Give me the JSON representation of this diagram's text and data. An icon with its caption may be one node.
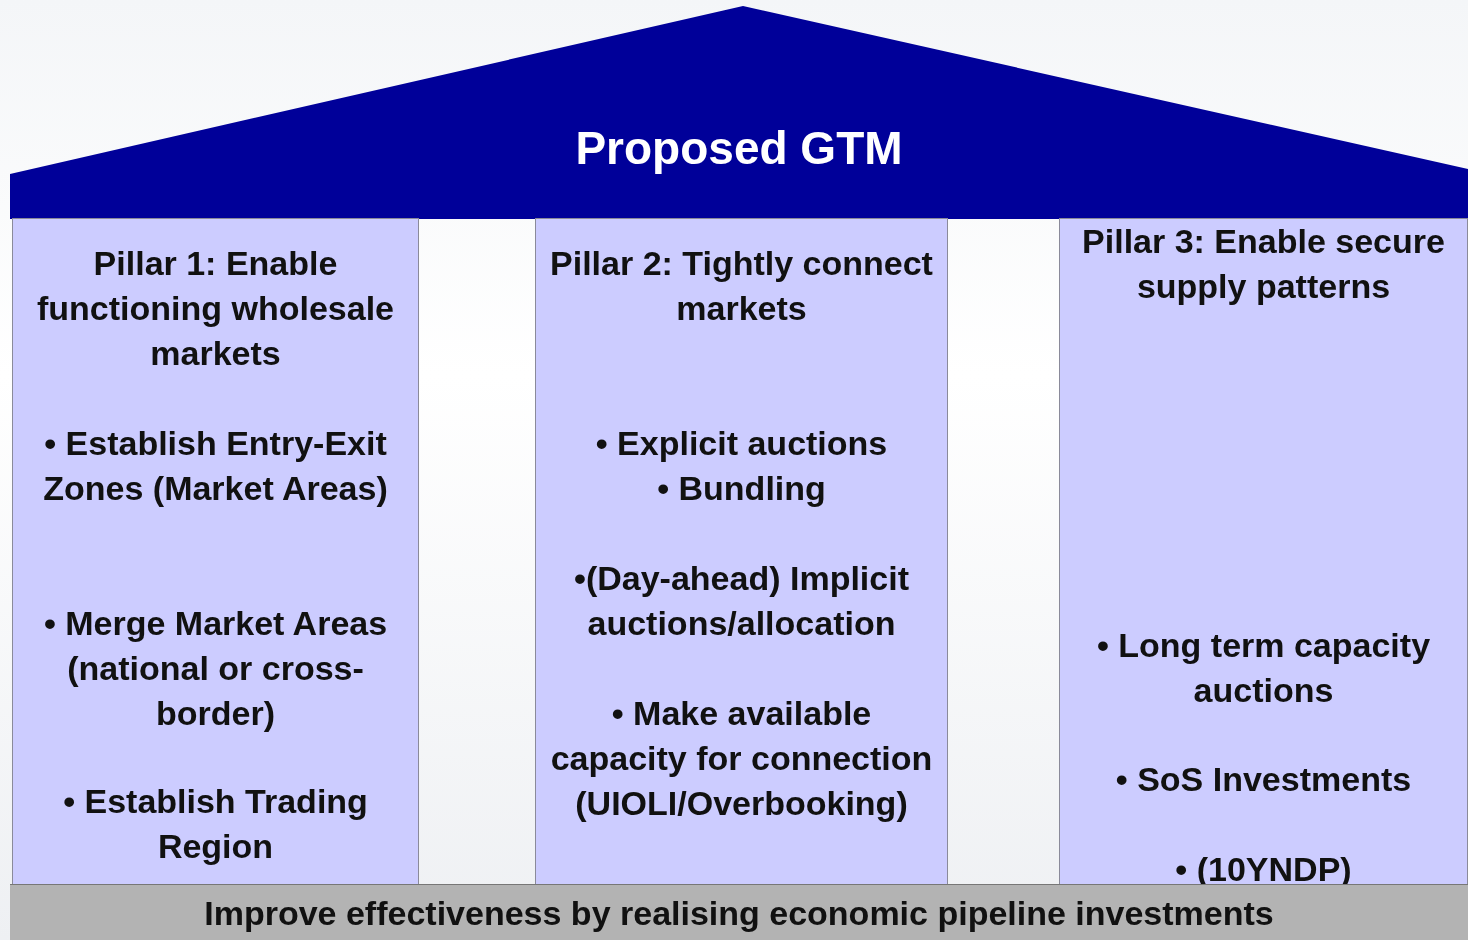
{
  "diagram": {
    "nodes": [
      {
        "text": [
          "Proposed GTM"
        ]
      },
      {
        "text": [
          "Pillar 1: Enable functioning wholesale markets",
          "• Establish Entry-Exit Zones (Market Areas)",
          "• Merge Market Areas (national or cross-border)",
          "• Establish Trading Region"
        ]
      },
      {
        "text": [
          "Pillar 2: Tightly connect markets",
          "• Explicit auctions",
          "• Bundling",
          "•(Day-ahead) Implicit auctions/allocation",
          "• Make available capacity for connection (UIOLI/Overbooking)"
        ]
      },
      {
        "text": [
          "Pillar 3: Enable secure supply patterns",
          "• Long term capacity auctions",
          "• SoS Investments",
          "• (10YNDP)"
        ]
      },
      {
        "text": [
          "Improve effectiveness by realising economic pipeline investments"
        ]
      }
    ],
    "edges": []
  }
}
